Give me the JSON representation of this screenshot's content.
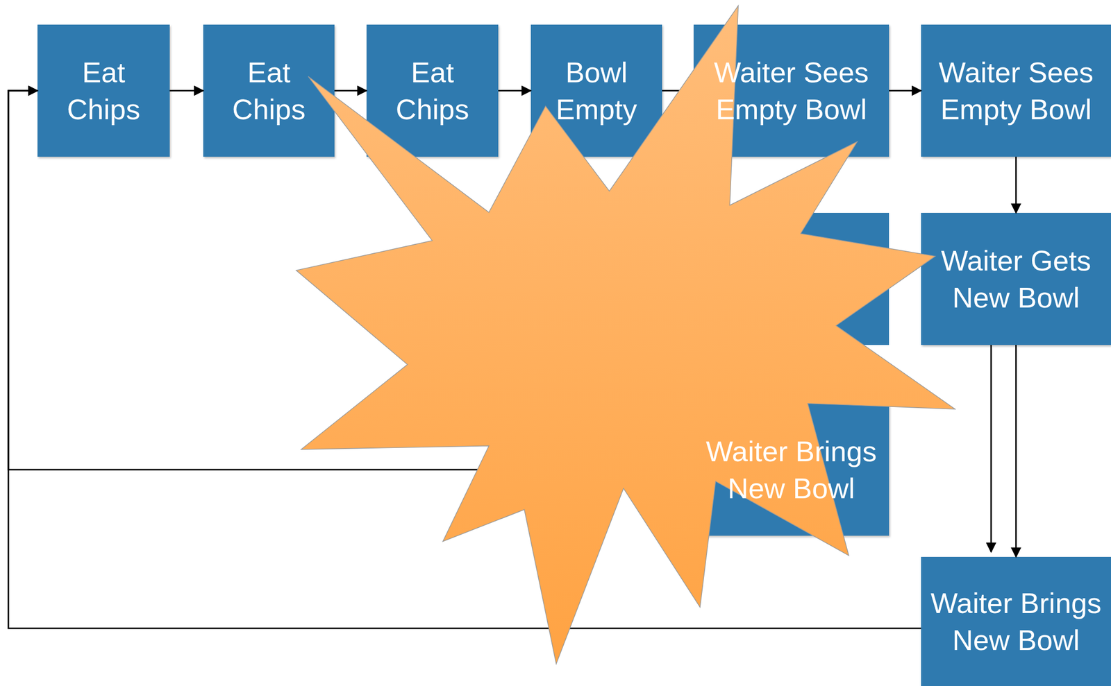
{
  "diagram": {
    "nodes": [
      {
        "text": [
          "Eat Chips"
        ]
      },
      {
        "text": [
          "Eat Chips"
        ]
      },
      {
        "text": [
          "Eat Chips"
        ]
      },
      {
        "text": [
          "Bowl Empty"
        ]
      },
      {
        "text": [
          "Waiter Sees Empty Bowl"
        ]
      },
      {
        "text": [
          "Waiter Sees Empty Bowl"
        ]
      },
      {
        "text": [
          "Waiter Gets New Bowl"
        ]
      },
      {
        "text": [
          "Waiter Brings New Bowl"
        ]
      },
      {
        "text": [
          "Waiter Brings New Bowl"
        ]
      }
    ],
    "edges": [
      {
        "from": 0,
        "to": 1,
        "arrow": "to"
      },
      {
        "from": 1,
        "to": 2,
        "arrow": "to"
      },
      {
        "from": 2,
        "to": 3,
        "arrow": "to"
      },
      {
        "from": 3,
        "to": 4,
        "arrow": "to"
      },
      {
        "from": 4,
        "to": 5,
        "arrow": "to"
      },
      {
        "from": 5,
        "to": 6,
        "arrow": "to"
      },
      {
        "from": 6,
        "to": 8,
        "arrow": "to"
      },
      {
        "from": 7,
        "to": 0,
        "arrow": "to"
      },
      {
        "from": 8,
        "to": 0,
        "arrow": "to"
      }
    ]
  }
}
